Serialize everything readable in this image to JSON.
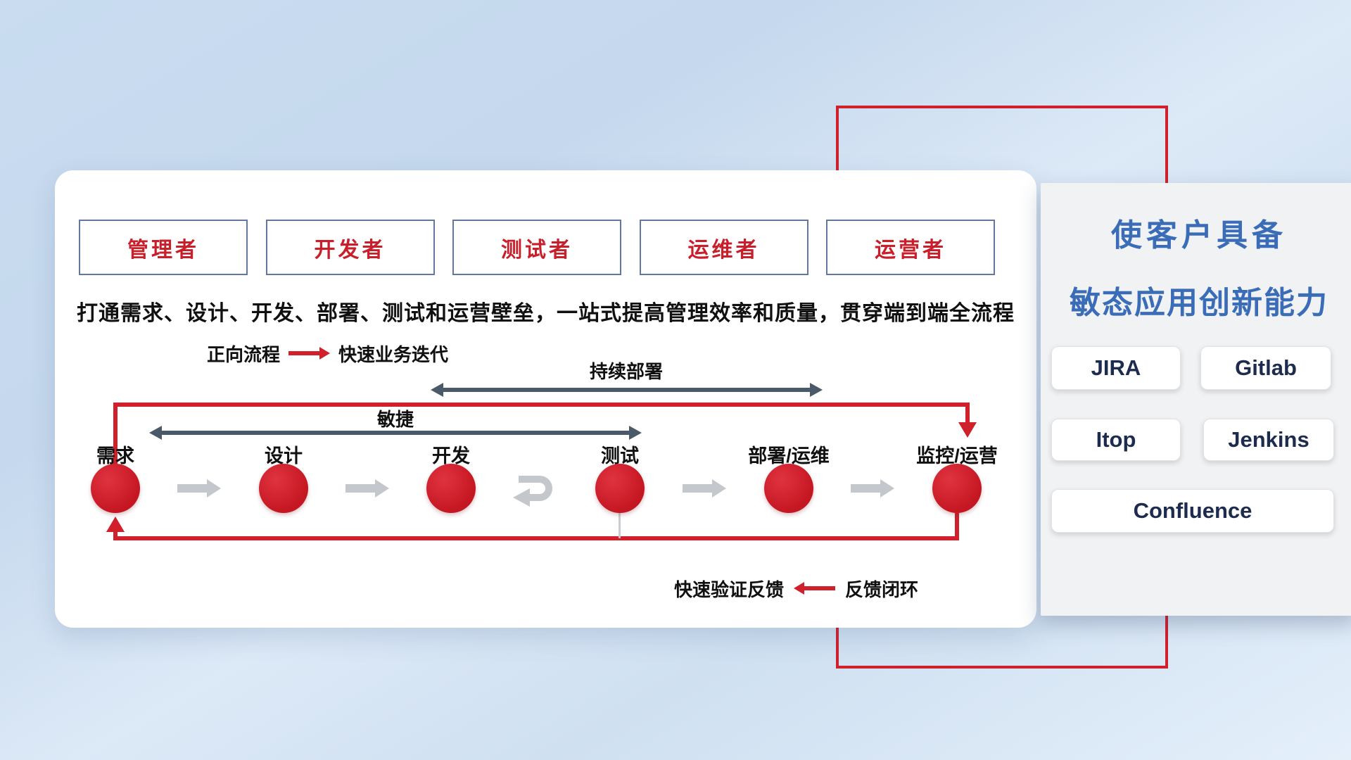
{
  "roles": [
    "管理者",
    "开发者",
    "测试者",
    "运维者",
    "运营者"
  ],
  "subtitle": "打通需求、设计、开发、部署、测试和运营壁垒，一站式提高管理效率和质量，贯穿端到端全流程",
  "legend": {
    "forward_label": "正向流程",
    "forward_desc": "快速业务迭代",
    "feedback_desc": "快速验证反馈",
    "feedback_label": "反馈闭环"
  },
  "flow": {
    "agile_label": "敏捷",
    "continuous_deploy_label": "持续部署",
    "stages": [
      "需求",
      "设计",
      "开发",
      "测试",
      "部署/运维",
      "监控/运营"
    ]
  },
  "right_panel": {
    "title_line1": "使客户具备",
    "title_line2": "敏态应用创新能力",
    "tools": [
      "JIRA",
      "Gitlab",
      "Itop",
      "Jenkins",
      "Confluence"
    ]
  },
  "colors": {
    "accent_red": "#d0202c",
    "title_blue": "#3a6cb8",
    "dark_arrow": "#4b5a68",
    "gray_arrow": "#c4c7cb"
  }
}
